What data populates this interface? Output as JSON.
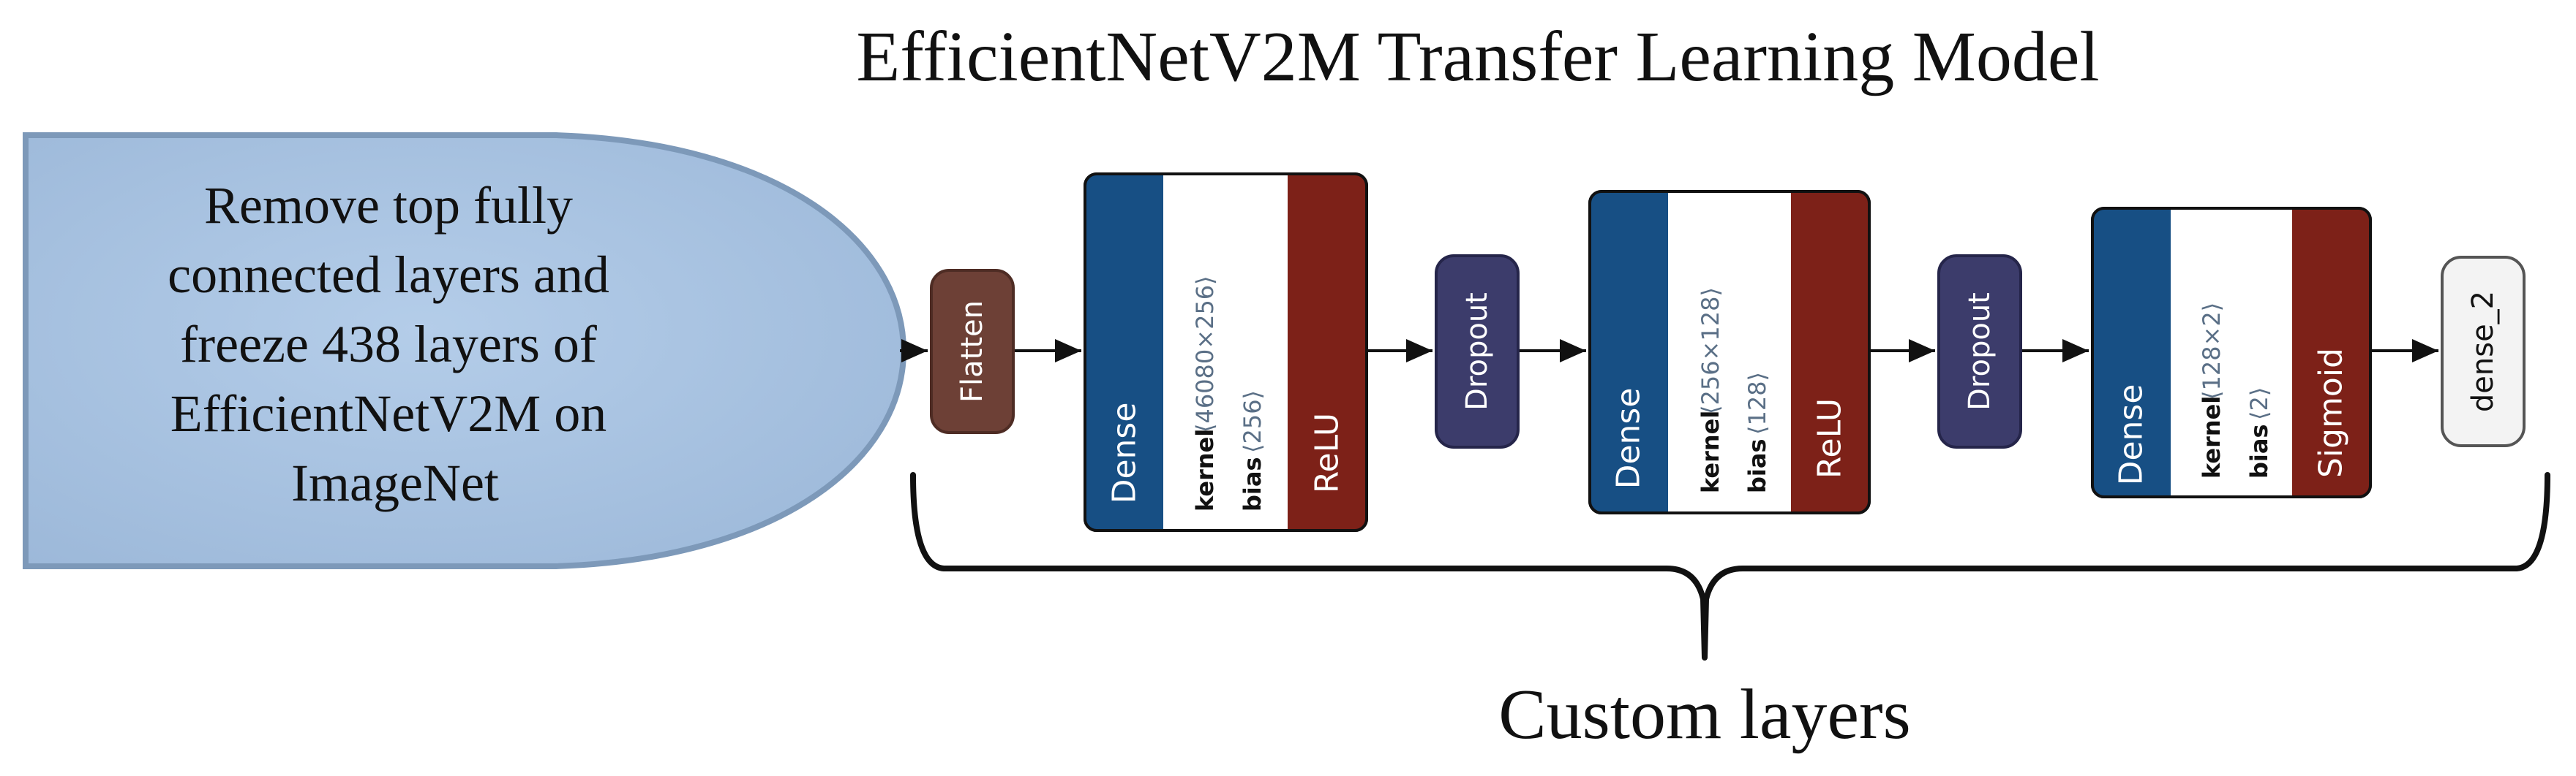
{
  "title": "EfficientNetV2M Transfer Learning Model",
  "base_model": {
    "lines": [
      "Remove top fully",
      "connected layers and",
      "freeze 438 layers of",
      "EfficientNetV2M on",
      "ImageNet"
    ]
  },
  "layers": {
    "flatten": {
      "label": "Flatten"
    },
    "dense1": {
      "type": "Dense",
      "kernel_label": "kernel",
      "kernel_value": "⟨46080×256⟩",
      "bias_label": "bias",
      "bias_value": "⟨256⟩",
      "activation": "ReLU"
    },
    "dropout1": {
      "label": "Dropout"
    },
    "dense2": {
      "type": "Dense",
      "kernel_label": "kernel",
      "kernel_value": "⟨256×128⟩",
      "bias_label": "bias",
      "bias_value": "⟨128⟩",
      "activation": "ReLU"
    },
    "dropout2": {
      "label": "Dropout"
    },
    "dense3": {
      "type": "Dense",
      "kernel_label": "kernel",
      "kernel_value": "⟨128×2⟩",
      "bias_label": "bias",
      "bias_value": "⟨2⟩",
      "activation": "Sigmoid"
    },
    "output": {
      "label": "dense_2"
    }
  },
  "custom_label": "Custom layers",
  "colors": {
    "dense": "#174f84",
    "activation": "#7d2118",
    "dropout": "#3c3c6b",
    "flatten": "#6d4036",
    "output_fill": "#f3f3f3",
    "base_model_fill": "#a9c4e3",
    "base_model_edge": "#7d99b9",
    "value_text": "#5a6f86"
  }
}
